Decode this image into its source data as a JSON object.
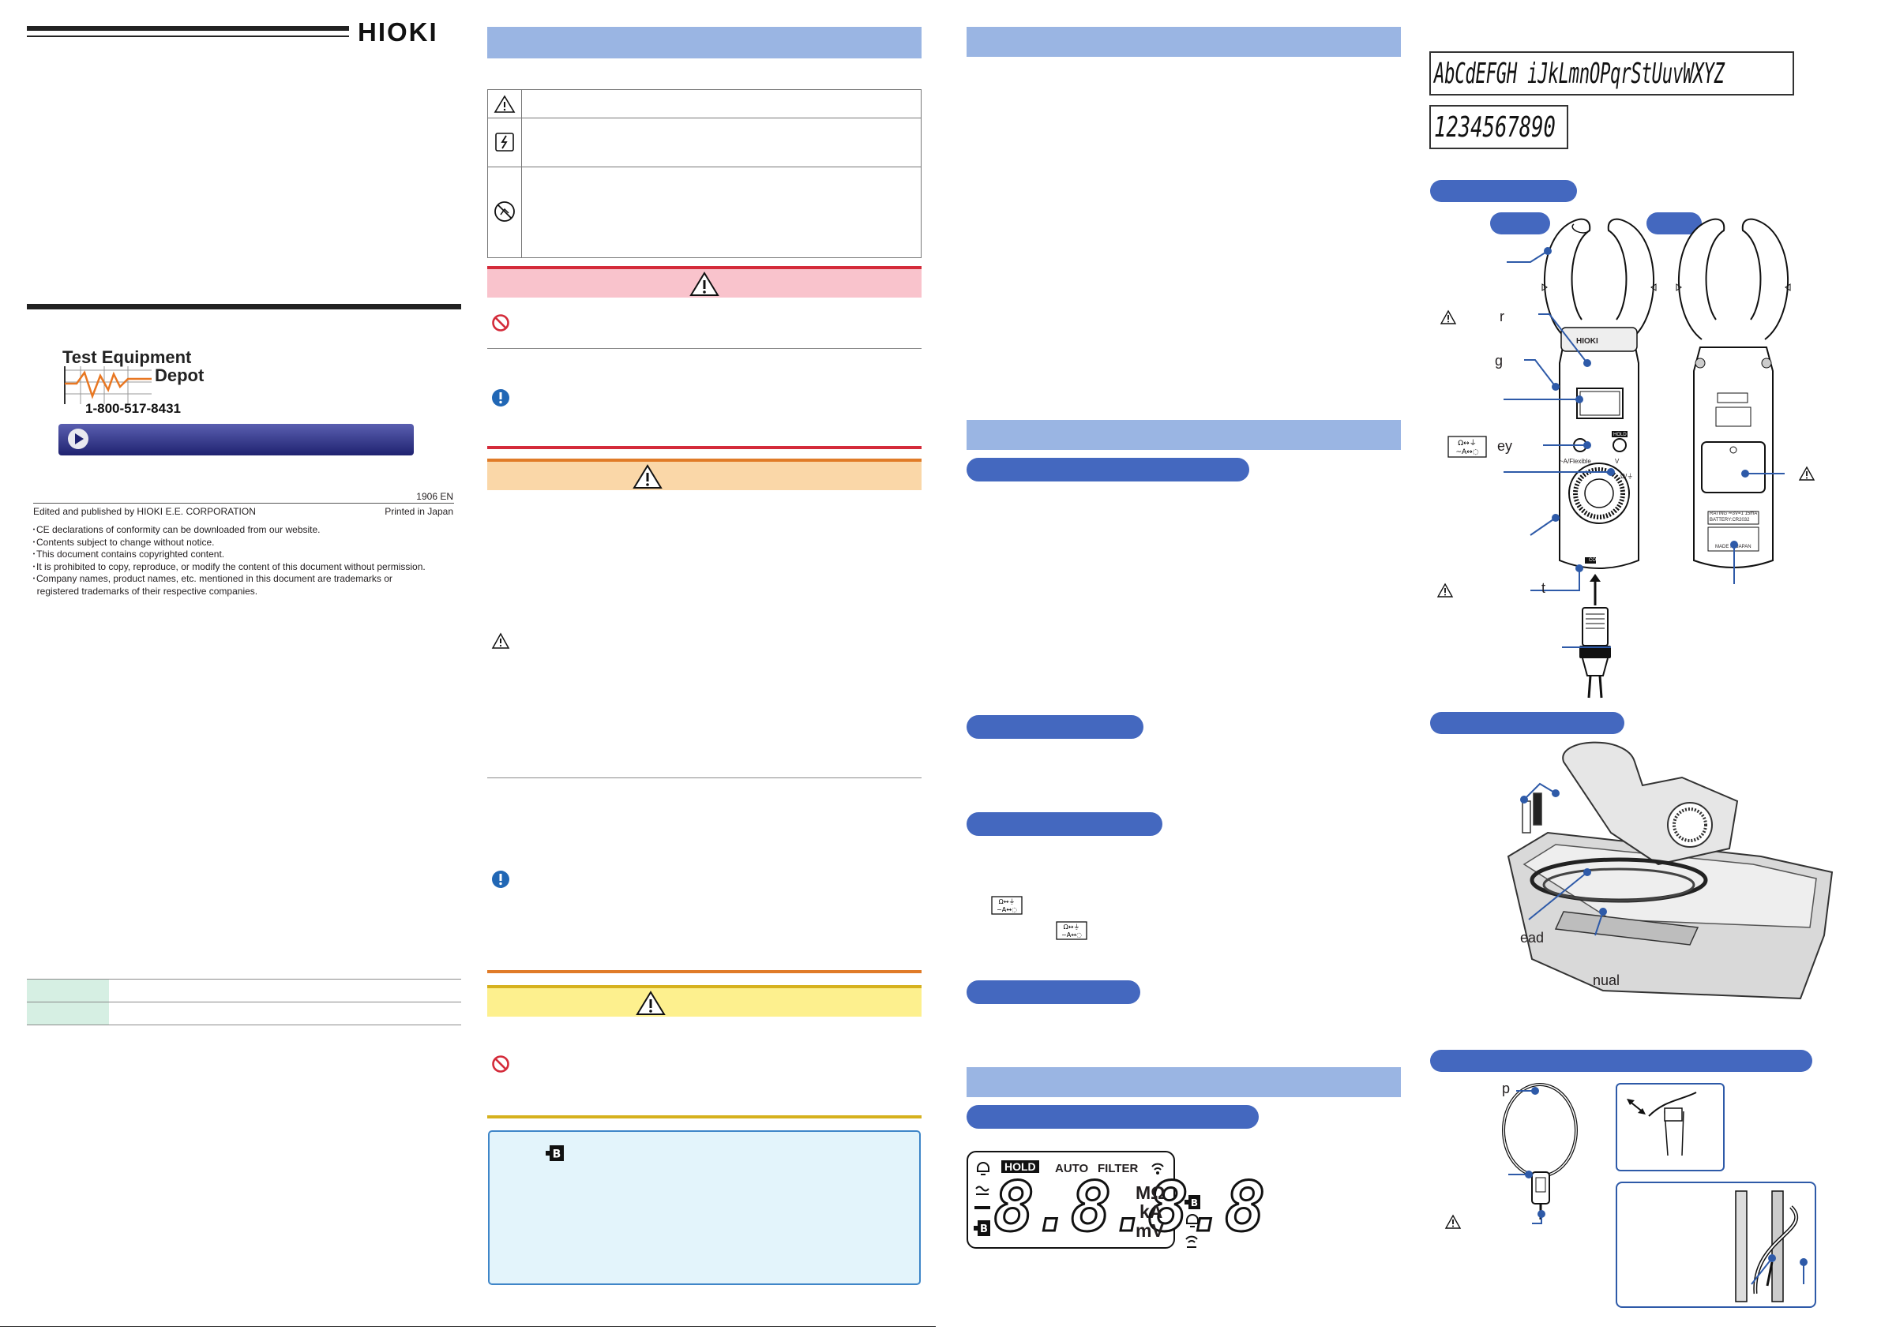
{
  "brand": {
    "logo": "HIOKI"
  },
  "distributor": {
    "line1": "Test Equipment",
    "line2": "Depot",
    "phone": "1-800-517-8431"
  },
  "publication": {
    "code": "1906 EN",
    "edited_by": "Edited and published by HIOKI E.E. CORPORATION",
    "printed": "Printed in Japan",
    "notes": [
      "･CE declarations of conformity can be downloaded from our website.",
      "･Contents subject to change without notice.",
      "･This document contains copyrighted content.",
      "･It is prohibited to copy, reproduce, or modify the content of this document without permission.",
      "･Company names, product names, etc. mentioned in this document are trademarks or",
      "  registered trademarks of their respective companies."
    ]
  },
  "lcd_demo": {
    "hold": "HOLD",
    "auto": "AUTO",
    "filter": "FILTER",
    "digits": "8.8.8.8",
    "unit1": "MΩ",
    "unit2": "kA",
    "unit3": "mV"
  },
  "segment_chars": {
    "letters": "AbCdEFGH iJkLmnOPqrStUuvWXYZ",
    "numbers": "1234567890"
  },
  "meter_labels": {
    "hioki": "HIOKI",
    "hold_key": "HOLD",
    "flexible": "~A/Flexible",
    "vdc": "V",
    "ohm": "Ω/⏚",
    "key_glyph": "Ω↔⏚\n~A↔◌",
    "made_in_japan": "MADE IN JAPAN",
    "rating": "RATING ⎓3V=1 15mA",
    "battery": "BATTERY:CR2032",
    "com": "COM"
  },
  "diagram_letters": {
    "r": "r",
    "g": "g",
    "ey": "ey",
    "t": "t",
    "ead": "ead",
    "nual": "nual",
    "p": "p"
  },
  "colors": {
    "band": "#9ab5e3",
    "pill": "#4468bf",
    "danger": "#d42b3a",
    "danger_bg": "#f9c3cc",
    "warning": "#e07b28",
    "warning_bg": "#fad7a8",
    "caution": "#d6b11e",
    "caution_bg": "#fdf08e",
    "note_bg": "#e3f4fb",
    "note_border": "#3f86c8",
    "table_bg": "#d6efe3"
  }
}
